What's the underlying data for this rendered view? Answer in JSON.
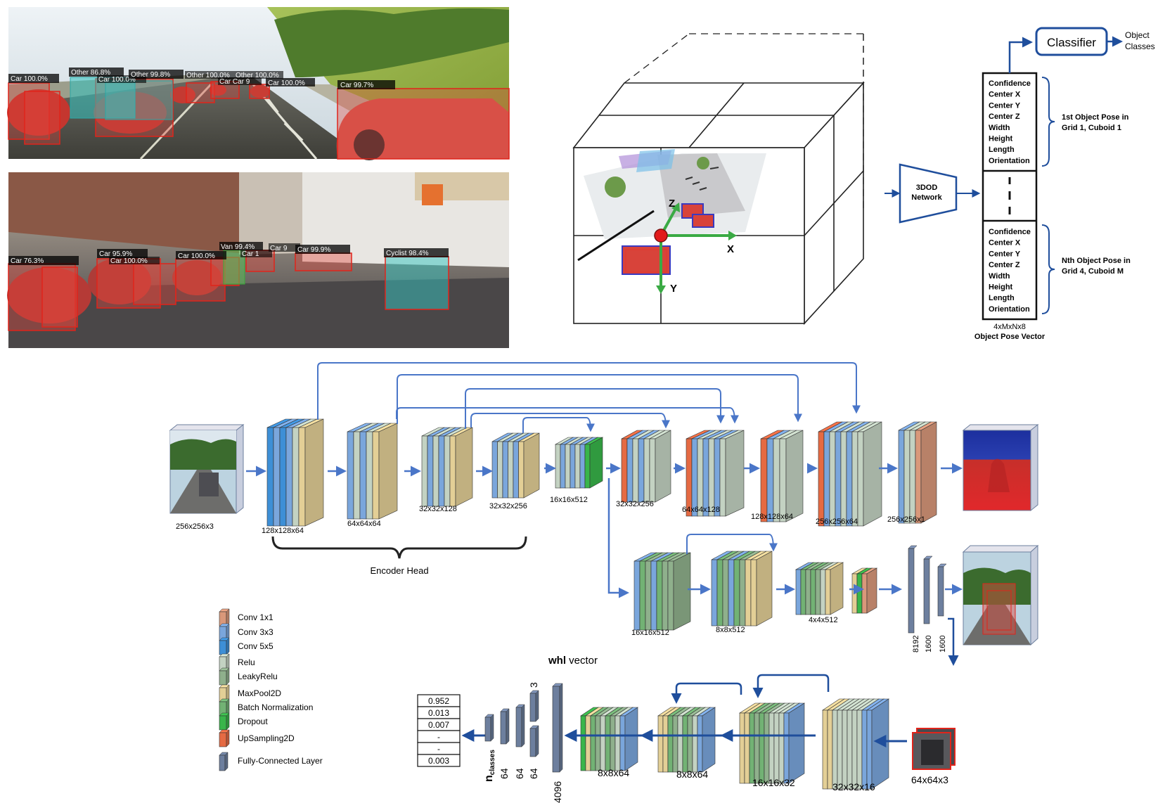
{
  "detections_top": [
    "Car 100.0%",
    "Other 86.8%",
    "Car 100.0%",
    "Other 99.8%",
    "Other 100.0%",
    "Other 100.0%",
    "Car Car 9",
    "Car 100.0%",
    "Car 99.7%"
  ],
  "detections_bottom": [
    "Car 76.3%",
    "Car 95.9%",
    "Car 100.0%",
    "Car 100.0%",
    "Van 99.4%",
    "Car 1",
    "Car 9",
    "Car 99.9%",
    "Cyclist 98.4%"
  ],
  "axes": {
    "x": "X",
    "y": "Y",
    "z": "Z"
  },
  "network_3dod": "3DOD Network",
  "classifier": "Classifier",
  "object_classes": "Object Classes",
  "pose_fields": [
    "Confidence",
    "Center X",
    "Center Y",
    "Center Z",
    "Width",
    "Height",
    "Length",
    "Orientation"
  ],
  "pose_first": "1st Object Pose in Grid 1, Cuboid 1",
  "pose_nth": "Nth Object Pose in Grid 4, Cuboid M",
  "pose_vector_dims": "4xMxNx8",
  "pose_vector_label": "Object Pose Vector",
  "depth_net": {
    "input": "256x256x3",
    "layers": [
      "128x128x64",
      "64x64x64",
      "32x32x128",
      "32x32x256",
      "16x16x512",
      "32x32x256",
      "64x64x128",
      "128x128x64",
      "256x256x64",
      "256x256x1"
    ],
    "encoder_head": "Encoder Head"
  },
  "detect_branch": {
    "layers": [
      "16x16x512",
      "8x8x512",
      "4x4x512"
    ],
    "fc": [
      "8192",
      "1600",
      "1600"
    ]
  },
  "legend": [
    "Conv 1x1",
    "Conv 3x3",
    "Conv 5x5",
    "Relu",
    "LeakyRelu",
    "MaxPool2D",
    "Batch Normalization",
    "Dropout",
    "UpSampling2D",
    "Fully-Connected Layer"
  ],
  "colors": {
    "conv1x1": "#d9987a",
    "conv3x3": "#7aa6dc",
    "conv5x5": "#3d8fd6",
    "relu": "#c3d2c2",
    "leakyrelu": "#8fb08c",
    "maxpool": "#e3cf96",
    "batchnorm": "#72b274",
    "dropout": "#39b54a",
    "upsampling": "#e56a43",
    "fc": "#6d7f9e",
    "arrow": "#4a76c8",
    "dark_arrow": "#1f4e9c",
    "box": "#d03a30"
  },
  "classifier_net": {
    "whl_bold": "whl",
    "whl_rest": " vector",
    "probs": [
      "0.952",
      "0.013",
      "0.007",
      "-",
      "-",
      "0.003"
    ],
    "n_classes_main": "n",
    "n_classes_sub": "classes",
    "fc": [
      "64",
      "64",
      "64",
      "3",
      "4096"
    ],
    "layers": [
      "8x8x64",
      "8x8x64",
      "16x16x32",
      "32x32x16"
    ],
    "input": "64x64x3"
  }
}
